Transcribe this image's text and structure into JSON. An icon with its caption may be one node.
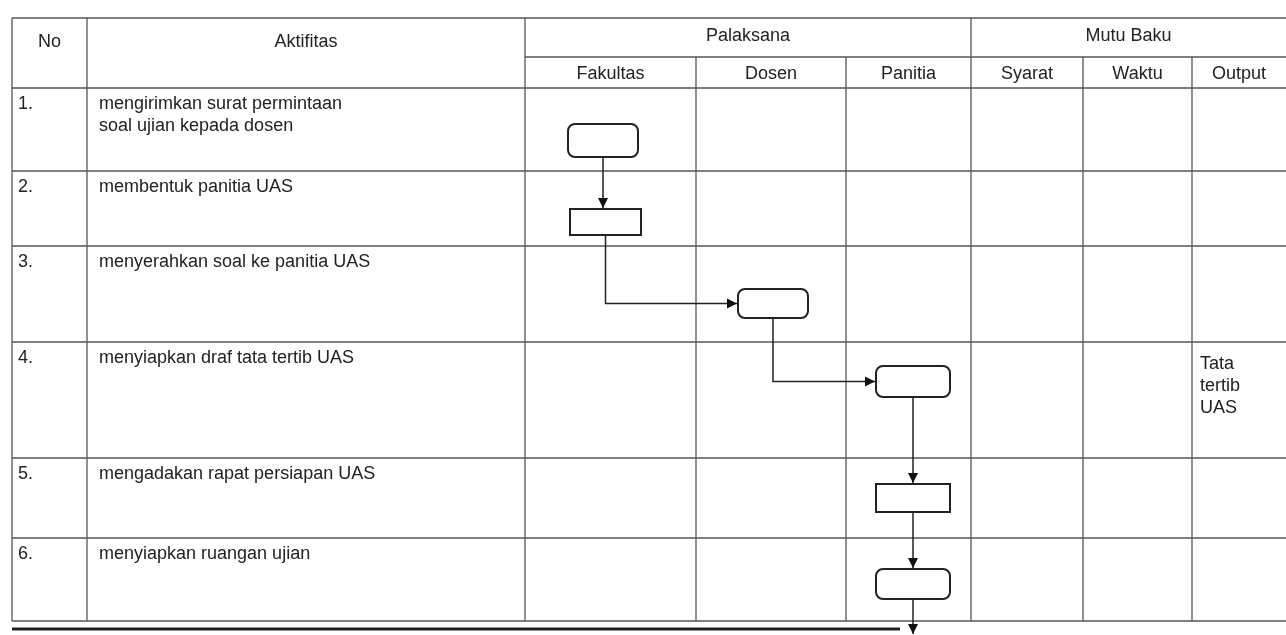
{
  "diagram": {
    "nodes": [
      {
        "text": [],
        "shape": "terminal"
      },
      {
        "text": [],
        "shape": "box"
      },
      {
        "text": [],
        "shape": "terminal"
      },
      {
        "text": [],
        "shape": "terminal"
      },
      {
        "text": [],
        "shape": "box"
      },
      {
        "text": [],
        "shape": "terminal"
      }
    ],
    "edges": [
      {
        "from": 0,
        "to": 1,
        "arrow": "to"
      },
      {
        "from": 1,
        "to": 2,
        "arrow": "to"
      },
      {
        "from": 2,
        "to": 3,
        "arrow": "to"
      },
      {
        "from": 3,
        "to": 4,
        "arrow": "to"
      },
      {
        "from": 4,
        "to": 5,
        "arrow": "to"
      },
      {
        "from": 5,
        "to": null,
        "arrow": "to"
      }
    ],
    "labels": [
      "No",
      "Aktifitas",
      "Palaksana",
      "Mutu Baku",
      "Fakultas",
      "Dosen",
      "Panitia",
      "Syarat",
      "Waktu",
      "Output",
      "1.",
      "mengirimkan surat permintaan soal ujian kepada dosen",
      "2.",
      "membentuk panitia UAS",
      "3.",
      "menyerahkan soal ke panitia UAS",
      "4.",
      "menyiapkan draf tata tertib UAS",
      "Tata tertib UAS",
      "5.",
      "mengadakan rapat persiapan UAS",
      "6.",
      "menyiapkan ruangan ujian"
    ]
  }
}
